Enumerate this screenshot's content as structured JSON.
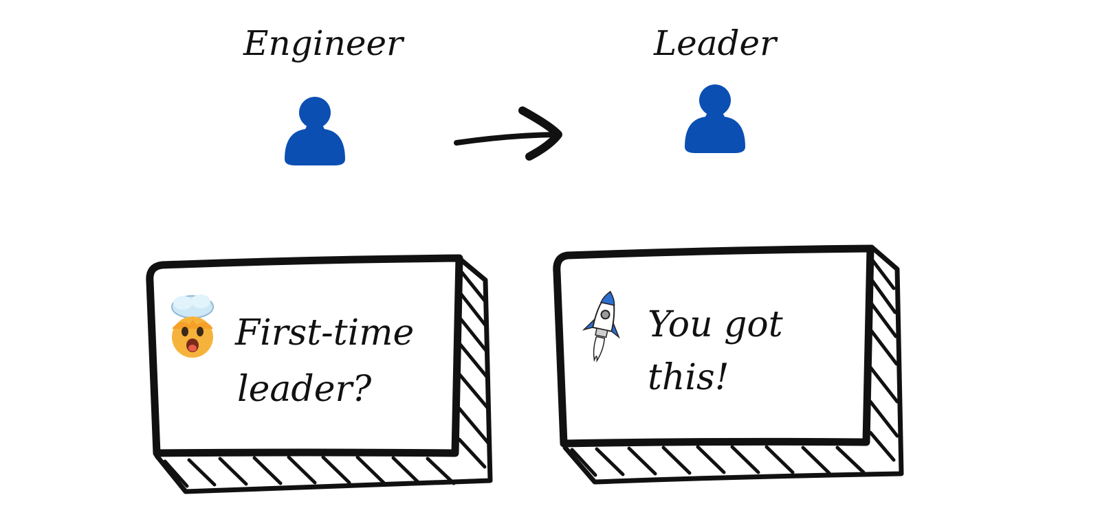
{
  "roles": {
    "from": {
      "label": "Engineer",
      "icon": "person-icon"
    },
    "to": {
      "label": "Leader",
      "icon": "person-icon"
    }
  },
  "cards": [
    {
      "icon": "exploding-head-icon",
      "lines": [
        "First-time",
        "leader?"
      ]
    },
    {
      "icon": "rocket-icon",
      "lines": [
        "You got",
        "this!"
      ]
    }
  ],
  "colors": {
    "person": "#0b4fb3",
    "ink": "#111111",
    "background": "#ffffff"
  }
}
